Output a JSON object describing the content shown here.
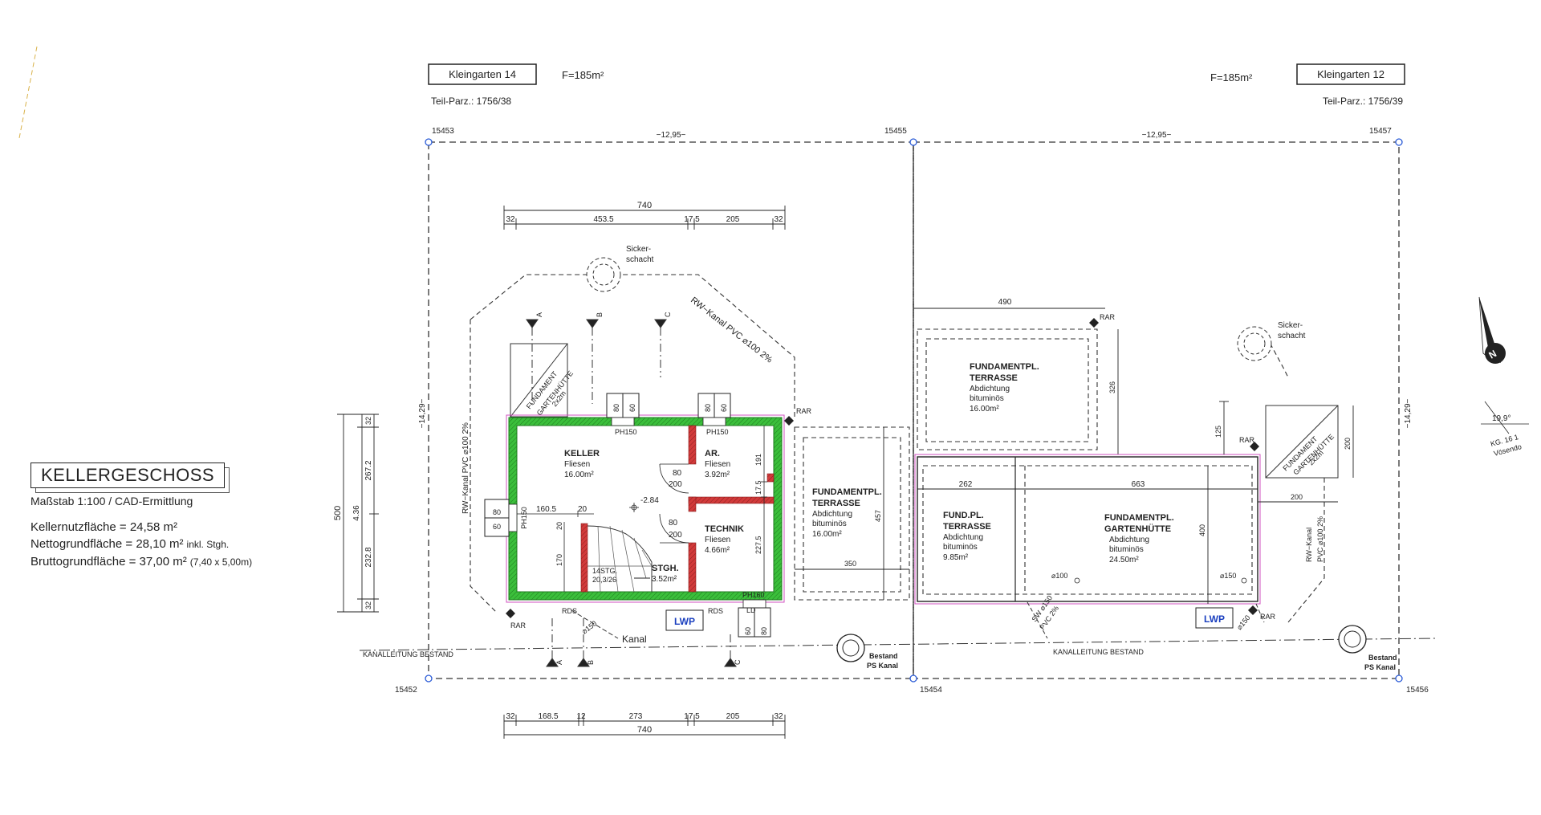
{
  "header": {
    "left_plot_label": "Kleingarten 14",
    "left_plot_area": "F=185m²",
    "left_parcel": "Teil-Parz.: 1756/38",
    "right_plot_label": "Kleingarten 12",
    "right_plot_area": "F=185m²",
    "right_parcel": "Teil-Parz.: 1756/39"
  },
  "points": {
    "p15453": "15453",
    "p15455": "15455",
    "p15457": "15457",
    "p15452": "15452",
    "p15454": "15454",
    "p15456": "15456"
  },
  "boundary_dims": {
    "top_left": "−12,95−",
    "top_right": "−12,95−",
    "side_left": "−14,29−",
    "side_right": "−14,29−"
  },
  "dims_top": {
    "total": "740",
    "a": "32",
    "b": "453.5",
    "c": "17.5",
    "d": "205",
    "e": "32"
  },
  "dims_bottom": {
    "a": "32",
    "b": "168.5",
    "c": "12",
    "d": "273",
    "e": "17.5",
    "f": "205",
    "g": "32",
    "total": "740"
  },
  "dims_side": {
    "total": "500",
    "inner": "4.36",
    "a": "32",
    "b": "267.2",
    "c": "232.8",
    "d": "32"
  },
  "rooms": {
    "keller_name": "KELLER",
    "keller_floor": "Fliesen",
    "keller_area": "16.00m²",
    "ar_name": "AR.",
    "ar_floor": "Fliesen",
    "ar_area": "3.92m²",
    "technik_name": "TECHNIK",
    "technik_floor": "Fliesen",
    "technik_area": "4.66m²",
    "stgh_name": "STGH.",
    "stgh_area": "3.52m²",
    "level": "-2.84",
    "stair": "14STG.",
    "stair_dim": "20,3/26"
  },
  "openings": {
    "ph150": "PH150",
    "ph160": "PH160",
    "w80": "80",
    "w60": "60",
    "d80": "80",
    "d200": "200",
    "ld": "LD"
  },
  "inner_dims": {
    "d160": "160.5",
    "d20": "20",
    "d170": "170",
    "d191": "191",
    "d175": "17.5",
    "d227": "227.5"
  },
  "labels": {
    "sickerschacht_1": "Sicker-",
    "sickerschacht_2": "schacht",
    "fundament_1": "FUNDAMENT",
    "fundament_2": "GARTENHÜTTE",
    "fundament_3": "2x2m",
    "rw_kanal_top": "RW−Kanal PVC ⌀100 2%",
    "rw_kanal_left": "RW−Kanal PVC ⌀100 2%",
    "rw_kanal_right_1": "RW−Kanal",
    "rw_kanal_right_2": "PVC ⌀100 2%",
    "rar": "RAR",
    "rds": "RDS",
    "kanal": "Kanal",
    "lwp": "LWP",
    "d150": "⌀150",
    "d100": "⌀100",
    "kanalleitung_left": "KANALLEITUNG  BESTAND",
    "kanalleitung_right": "KANALLEITUNG  BESTAND",
    "bestand": "Bestand",
    "ps_kanal": "PS Kanal",
    "sw_kanal_1": "SW  ⌀150",
    "sw_kanal_2": "PVC  2%",
    "section_a": "A",
    "section_b": "B",
    "section_c": "C"
  },
  "terraces": {
    "t1_name1": "FUNDAMENTPL.",
    "t1_name2": "TERRASSE",
    "t1_sub1": "Abdichtung",
    "t1_sub2": "bituminös",
    "t1_area": "16.00m²",
    "t1_w": "350",
    "t1_h": "457",
    "t2_name1": "FUNDAMENTPL.",
    "t2_name2": "TERRASSE",
    "t2_sub1": "Abdichtung",
    "t2_sub2": "bituminös",
    "t2_area": "16.00m²",
    "t2_w": "490",
    "t2_h": "326",
    "t3_name1": "FUND.PL.",
    "t3_name2": "TERRASSE",
    "t3_sub1": "Abdichtung",
    "t3_sub2": "bituminös",
    "t3_area": "9.85m²",
    "t3_w": "262",
    "g_name1": "FUNDAMENTPL.",
    "g_name2": "GARTENHÜTTE",
    "g_sub1": "Abdichtung",
    "g_sub2": "bituminös",
    "g_area": "24.50m²",
    "g_w": "663",
    "g_h": "400",
    "d125": "125",
    "d200a": "200",
    "d200b": "200"
  },
  "compass": {
    "north": "N",
    "angle": "19,9°",
    "note1": "KG. 16 1",
    "note2": "Vösendo"
  },
  "panel": {
    "title": "KELLERGESCHOSS",
    "scale": "Maßstab  1:100 / CAD-Ermittlung",
    "area1": "Kellernutzfläche = 24,58 m²",
    "area2": "Nettogrundfläche = 28,10 m²",
    "area2_note": "inkl. Stgh.",
    "area3": "Bruttogrundfläche = 37,00 m²",
    "area3_note": "(7,40 x 5,00m)"
  },
  "colors": {
    "wall_green": "#3bbf3b",
    "wall_red": "#d23a3a",
    "plot_line": "#d050c0",
    "lwp_blue": "#1a3fbf"
  }
}
